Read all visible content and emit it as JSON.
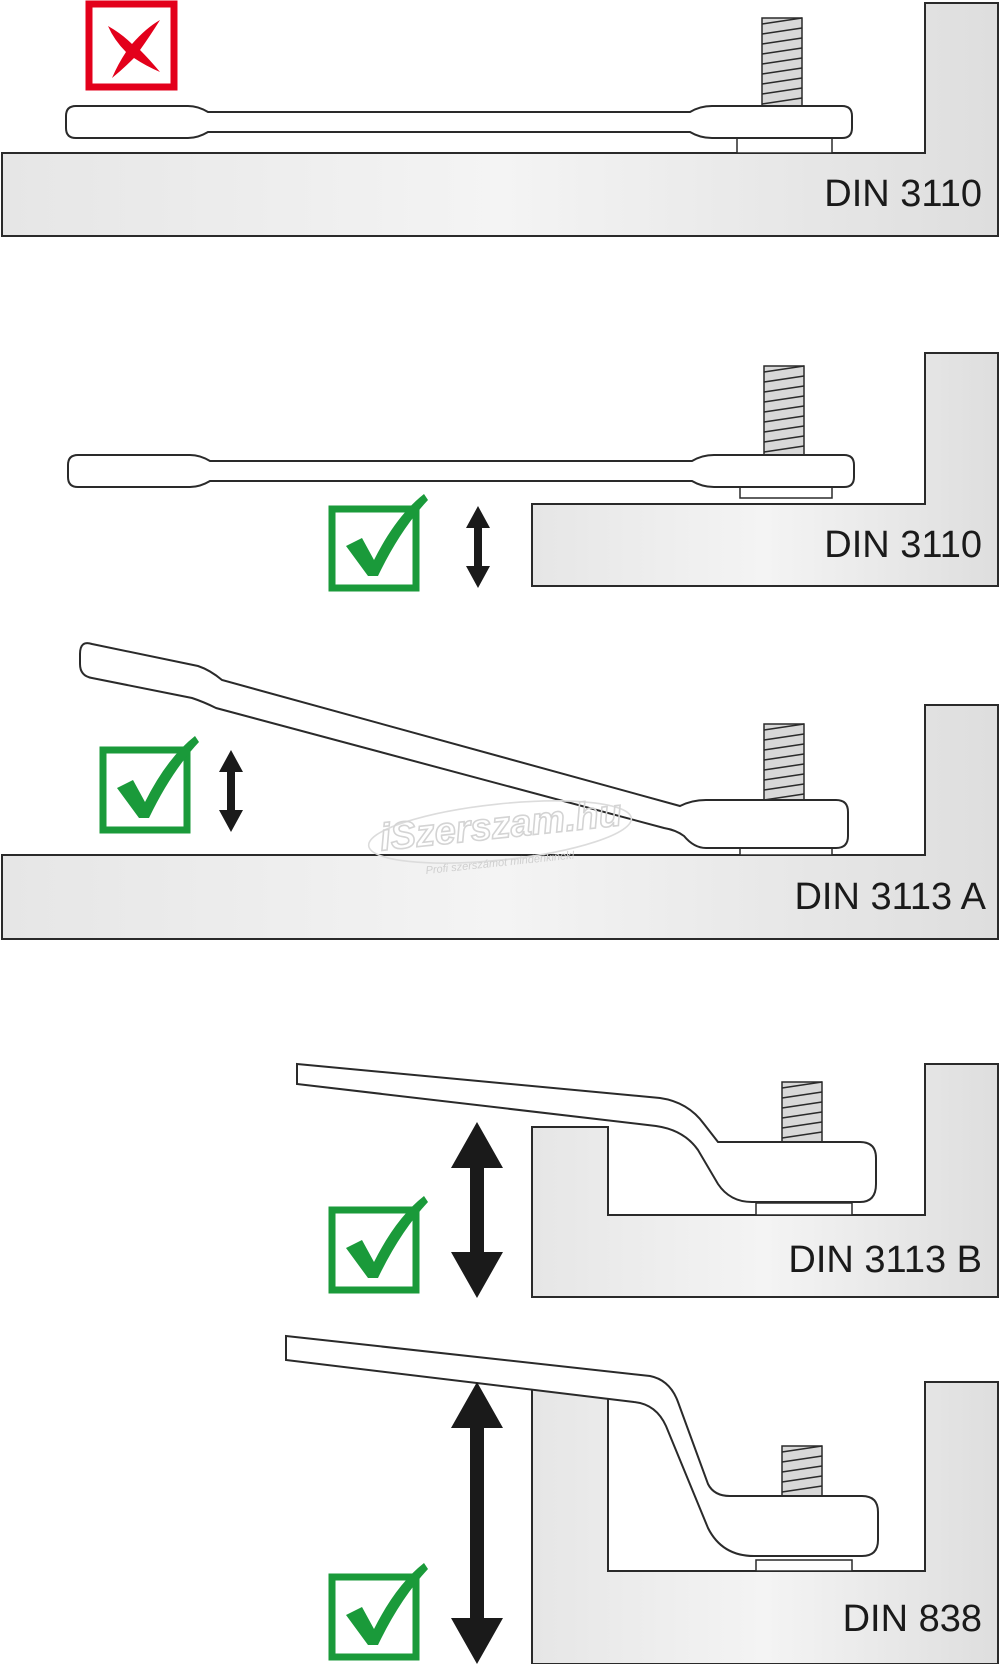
{
  "panels": [
    {
      "id": "panel-1",
      "label": "DIN 3110",
      "verdict": "cross",
      "verdict_color": "#e3001b"
    },
    {
      "id": "panel-2",
      "label": "DIN 3110",
      "verdict": "check",
      "verdict_color": "#1a9a3a"
    },
    {
      "id": "panel-3",
      "label": "DIN 3113 A",
      "verdict": "check",
      "verdict_color": "#1a9a3a"
    },
    {
      "id": "panel-4",
      "label": "DIN 3113 B",
      "verdict": "check",
      "verdict_color": "#1a9a3a"
    },
    {
      "id": "panel-5",
      "label": "DIN 838",
      "verdict": "check",
      "verdict_color": "#1a9a3a"
    }
  ],
  "watermark": {
    "brand": "iSzerszam.hu",
    "slogan": "Profi szerszámot mindenkinek!"
  },
  "icons": {
    "cross": "cross-mark-icon",
    "check": "check-mark-icon",
    "arrow": "double-arrow-icon"
  }
}
